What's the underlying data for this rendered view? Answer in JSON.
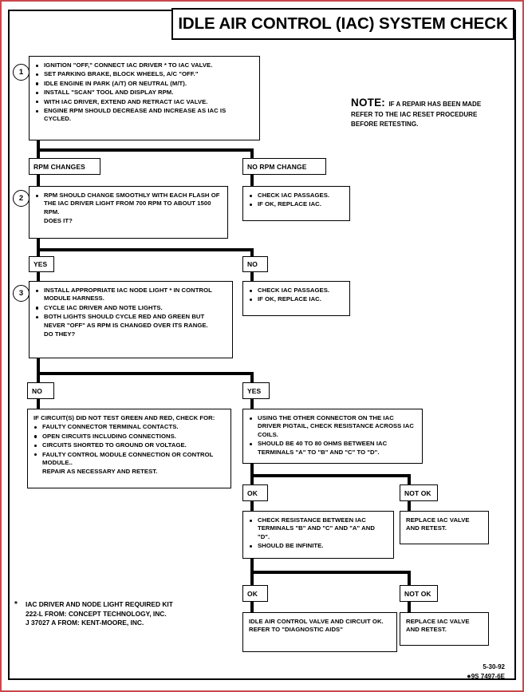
{
  "document": {
    "title": "IDLE AIR CONTROL (IAC) SYSTEM CHECK",
    "date_code": "5-30-92",
    "form_code": "9S 7497-6E",
    "form_bullet": "●"
  },
  "note": {
    "label": "NOTE:",
    "line1": "IF A REPAIR HAS BEEN MADE",
    "line2": "REFER TO THE IAC RESET PROCEDURE",
    "line3": "BEFORE RETESTING."
  },
  "steps": {
    "step1": {
      "number": "1",
      "items": [
        "IGNITION \"OFF,\" CONNECT IAC DRIVER * TO IAC VALVE.",
        "SET PARKING BRAKE, BLOCK WHEELS, A/C \"OFF.\"",
        "IDLE ENGINE IN PARK (A/T) OR NEUTRAL (M/T).",
        "INSTALL \"SCAN\" TOOL AND DISPLAY RPM.",
        "WITH IAC DRIVER, EXTEND AND RETRACT IAC VALVE.",
        "ENGINE RPM SHOULD DECREASE AND INCREASE AS IAC IS CYCLED."
      ]
    },
    "step2": {
      "number": "2",
      "items": [
        "RPM SHOULD CHANGE SMOOTHLY WITH EACH FLASH OF THE IAC DRIVER LIGHT FROM 700 RPM TO ABOUT 1500 RPM."
      ],
      "question": "DOES IT?"
    },
    "step3": {
      "number": "3",
      "items": [
        "INSTALL APPROPRIATE IAC NODE LIGHT * IN CONTROL MODULE HARNESS.",
        "CYCLE IAC DRIVER AND NOTE LIGHTS.",
        "BOTH LIGHTS SHOULD CYCLE RED AND GREEN BUT NEVER \"OFF\" AS RPM IS CHANGED OVER ITS RANGE."
      ],
      "question": "DO THEY?"
    }
  },
  "connectors": {
    "rpm_changes": "RPM CHANGES",
    "no_rpm_change": "NO RPM CHANGE",
    "yes_1": "YES",
    "no_1": "NO",
    "no_2": "NO",
    "yes_2": "YES",
    "ok_1": "OK",
    "not_ok_1": "NOT OK",
    "ok_2": "OK",
    "not_ok_2": "NOT OK"
  },
  "boxes": {
    "check_iac_1": [
      "CHECK IAC PASSAGES.",
      "IF OK, REPLACE IAC."
    ],
    "check_iac_2": [
      "CHECK IAC PASSAGES.",
      "IF OK, REPLACE IAC."
    ],
    "circuit_fail": {
      "heading": "IF CIRCUIT(S) DID NOT TEST GREEN AND RED, CHECK FOR:",
      "items": [
        "FAULTY CONNECTOR TERMINAL CONTACTS.",
        "OPEN CIRCUITS INCLUDING CONNECTIONS.",
        "CIRCUITS SHORTED TO GROUND OR VOLTAGE.",
        "FAULTY CONTROL MODULE CONNECTION OR CONTROL MODULE.."
      ],
      "footer": "REPAIR AS NECESSARY AND RETEST."
    },
    "resistance_check": [
      "USING THE OTHER CONNECTOR ON THE IAC DRIVER PIGTAIL, CHECK RESISTANCE ACROSS IAC COILS.",
      "SHOULD BE 40 TO 80 OHMS BETWEEN IAC TERMINALS \"A\" TO \"B\" AND \"C\" TO \"D\"."
    ],
    "replace_valve_1": [
      "REPLACE IAC VALVE",
      "AND RETEST."
    ],
    "infinite_check": [
      "CHECK RESISTANCE BETWEEN IAC TERMINALS \"B\" AND \"C\" AND \"A\" AND \"D\".",
      "SHOULD BE INFINITE."
    ],
    "system_ok": "IDLE AIR CONTROL VALVE AND CIRCUIT OK.  REFER TO \"DIAGNOSTIC AIDS\"",
    "replace_valve_2": [
      "REPLACE IAC VALVE",
      "AND RETEST."
    ]
  },
  "footnote": {
    "marker": "*",
    "line1": "IAC DRIVER AND NODE LIGHT REQUIRED KIT",
    "line2": "222-L FROM:  CONCEPT TECHNOLOGY, INC.",
    "line3": "J 37027 A FROM:  KENT-MOORE, INC."
  },
  "colors": {
    "ink": "#000000",
    "paper": "#ffffff",
    "scan_edge": "#c9484c"
  }
}
